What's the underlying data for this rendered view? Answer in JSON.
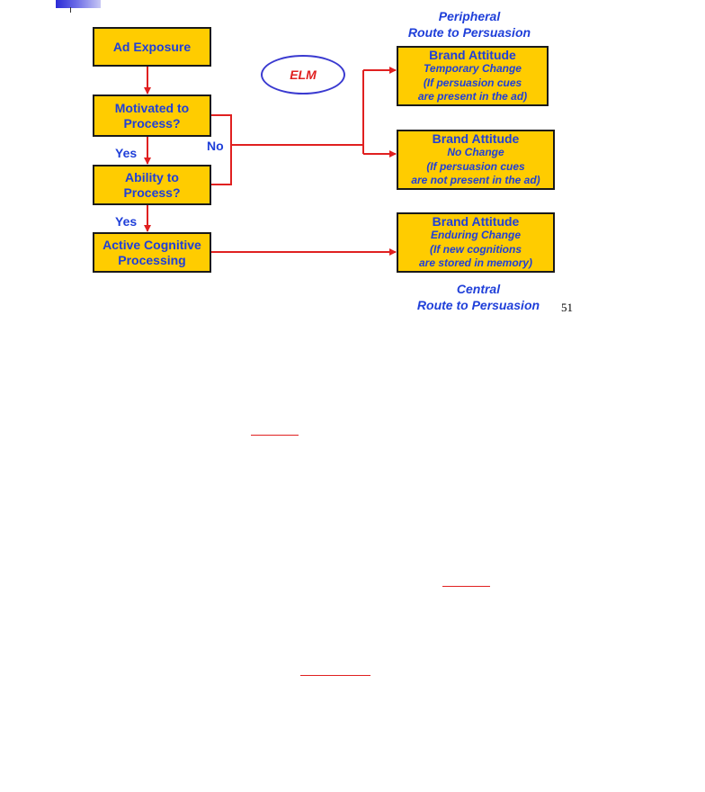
{
  "diagram": {
    "left_boxes": [
      {
        "lines": [
          "Ad Exposure"
        ]
      },
      {
        "lines": [
          "Motivated to",
          "Process?"
        ]
      },
      {
        "lines": [
          "Ability to",
          "Process?"
        ]
      },
      {
        "lines": [
          "Active Cognitive",
          "Processing"
        ]
      }
    ],
    "right_boxes": [
      {
        "head": "Brand  Attitude",
        "sub": [
          "Temporary Change",
          "(If persuasion cues",
          "are present in the ad)"
        ]
      },
      {
        "head": "Brand  Attitude",
        "sub": [
          "No Change",
          "(If persuasion cues",
          "are not present in the ad)"
        ]
      },
      {
        "head": "Brand  Attitude",
        "sub": [
          "Enduring Change",
          "(If new cognitions",
          "are stored in memory)"
        ]
      }
    ],
    "labels": {
      "yes_1": "Yes",
      "yes_2": "Yes",
      "no": "No"
    },
    "peripheral_route": [
      "Peripheral",
      "Route to Persuasion"
    ],
    "central_route": [
      "Central",
      "Route to Persuasion"
    ],
    "elm": "ELM",
    "page_number": "51"
  },
  "colors": {
    "box_fill": "#ffcc00",
    "text_blue": "#1f3fd9",
    "arrow_red": "#e02020",
    "border": "#1a1a1a"
  }
}
